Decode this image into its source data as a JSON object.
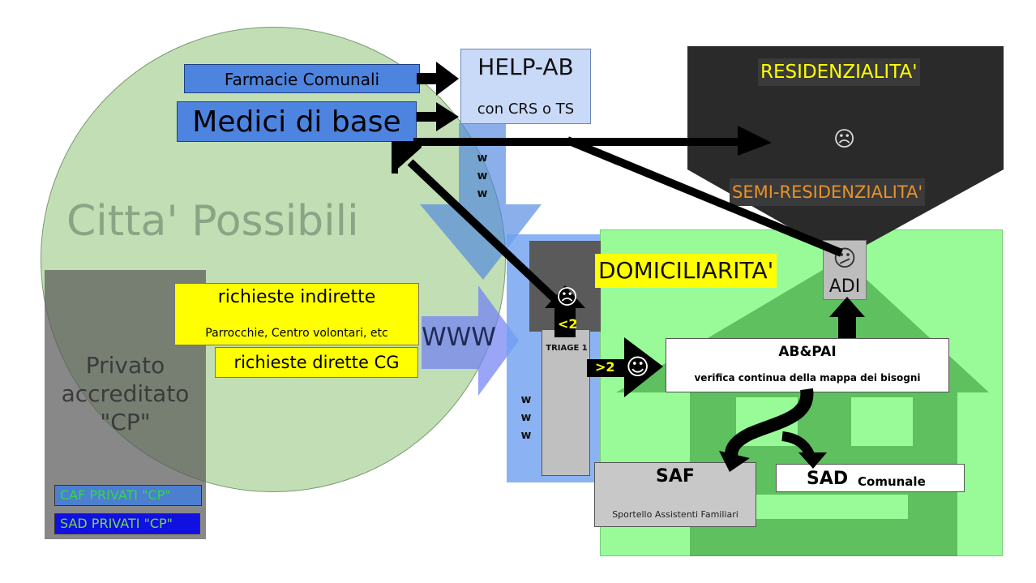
{
  "zones": {
    "citta": "Citta' Possibili",
    "privato": [
      "Privato",
      "accreditato",
      "\"CP\""
    ],
    "caf": "CAF PRIVATI \"CP\"",
    "sad_privati": "SAD PRIVATI \"CP\""
  },
  "sources": {
    "farmacie": "Farmacie Comunali",
    "medici": "Medici di base",
    "richieste_indirette": "richieste indirette",
    "indirette_sub": "Parrocchie, Centro volontari, etc",
    "richieste_dirette": "richieste dirette CG"
  },
  "help": {
    "title": "HELP-AB",
    "sub": "con CRS o TS"
  },
  "www": {
    "big": "WWW",
    "w": "w"
  },
  "triage": {
    "label": "TRIAGE 1",
    "lt2": "<2",
    "gt2": ">2"
  },
  "faces": {
    "sad": "☹",
    "happy": "☺",
    "neutral": "😕"
  },
  "residenzialita": "RESIDENZIALITA'",
  "semi": "SEMI-RESIDENZIALITA'",
  "domiciliarita": "DOMICILIARITA'",
  "adi": "ADI",
  "abpai": {
    "title": "AB&PAI",
    "sub": "verifica continua della mappa dei bisogni"
  },
  "saf": {
    "title": "SAF",
    "sub": "Sportello Assistenti Familiari"
  },
  "sad": {
    "title": "SAD",
    "sub": "Comunale"
  },
  "colors": {
    "green": "#98fb98",
    "yellow": "#ffff00",
    "blue": "#4d84e0",
    "dark": "#2a2a2a"
  }
}
